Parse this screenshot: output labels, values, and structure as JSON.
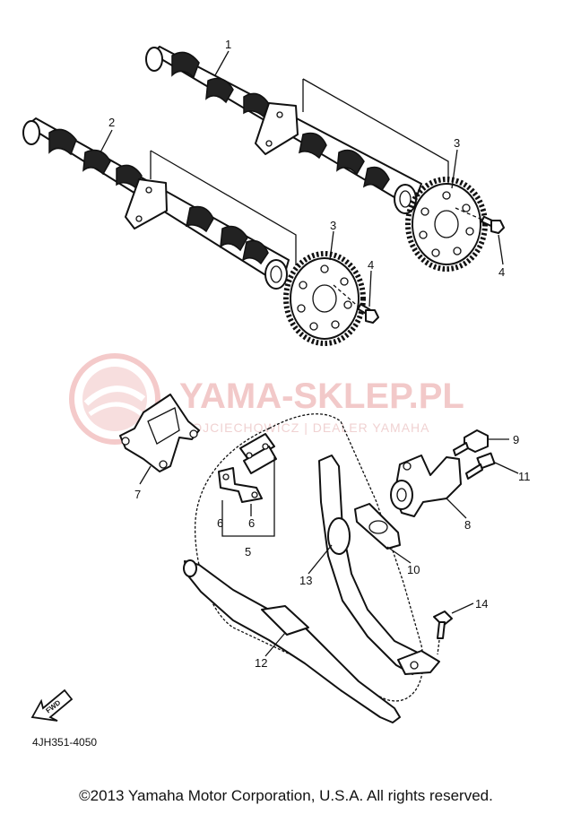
{
  "watermark": {
    "title": "YAMA-SKLEP.PL",
    "subtitle": "WOJCIECHOWICZ | DEALER YAMAHA"
  },
  "callouts": [
    "1",
    "2",
    "3",
    "3",
    "4",
    "4",
    "5",
    "6",
    "6",
    "7",
    "8",
    "9",
    "10",
    "11",
    "12",
    "13",
    "14"
  ],
  "fwd_label": "FWD",
  "diagram_code": "4JH351-4050",
  "copyright": "©2013 Yamaha Motor Corporation, U.S.A. All rights reserved.",
  "colors": {
    "line": "#111111",
    "watermark": "#f2c9c9",
    "background": "#ffffff"
  }
}
